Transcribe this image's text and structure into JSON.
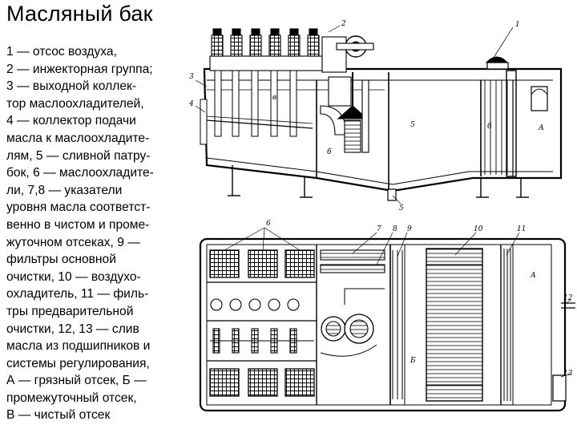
{
  "title": "Масляный бак",
  "legend_lines": [
    "1 — отсос воздуха,",
    "2 — инжекторная группа;",
    "3 — выходной коллек-",
    "тор маслоохладителей,",
    "4 — коллектор подачи",
    "масла к маслоохладите-",
    "лям, 5 — сливной патру-",
    "бок, 6 — маслоохладите-",
    "ли, 7,8 — указатели",
    "уровня масла соответст-",
    "венно в чистом и проме-",
    "жуточном отсеках, 9 —",
    "фильтры основной",
    "очистки, 10 — воздухо-",
    "охладитель, 11 — филь-",
    "тры предварительной",
    "очистки, 12, 13 — слив",
    "масла из подшипников и",
    "системы регулирования,",
    "А — грязный отсек, Б —",
    "промежуточный отсек,",
    "В — чистый отсек"
  ],
  "figure_labels": {
    "n1": "1",
    "n2": "2",
    "n3": "3",
    "n4": "4",
    "n5": "5",
    "n5b": "5",
    "n6": "6",
    "n7": "7",
    "n8": "8",
    "n9": "9",
    "n10": "10",
    "n11": "11",
    "n12": "12",
    "n13": "13",
    "b_top": "б",
    "b_mid": "б",
    "v_top": "в",
    "a_top": "А",
    "a_bot": "А",
    "b_bot": "Б"
  }
}
